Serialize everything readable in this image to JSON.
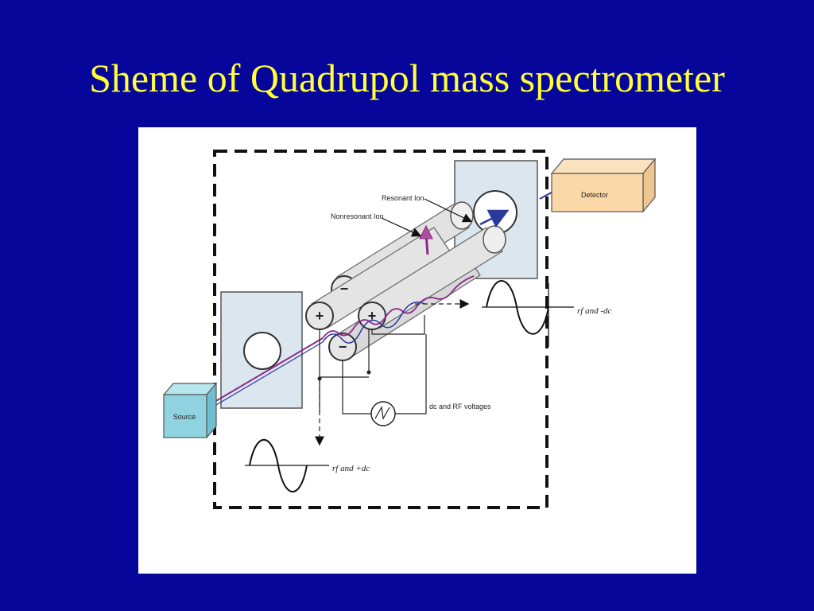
{
  "slide": {
    "title": "Sheme of Quadrupol mass spectrometer"
  },
  "diagram": {
    "labels": {
      "resonant_ion": "Resonant Ion",
      "nonresonant_ion": "Nonresonant Ion",
      "detector": "Detector",
      "source": "Source",
      "dc_rf_voltages": "dc and RF voltages",
      "rf_minus_dc": "rf and -dc",
      "rf_plus_dc": "rf and +dc",
      "rod_plus_symbol": "+",
      "rod_minus_symbol": "−"
    },
    "colors": {
      "slide_background": "#06079a",
      "title": "#ffff3a",
      "plate_fill": "#dce6ee",
      "detector_fill": "#fbd8a8",
      "source_fill": "#8fd3e0",
      "rod_fill": "#e2e2e2",
      "resonant_ion_trace": "#8b2a8a",
      "nonresonant_ion_trace": "#2b3a9a"
    }
  }
}
